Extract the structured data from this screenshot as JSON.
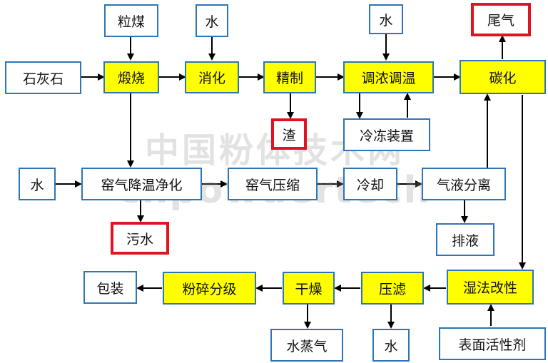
{
  "nodes": {
    "coal": "粒煤",
    "water_top1": "水",
    "water_top2": "水",
    "tail_gas": "尾气",
    "limestone": "石灰石",
    "calcine": "煅烧",
    "slake": "消化",
    "refine": "精制",
    "adjust": "调浓调温",
    "carbonize": "碳化",
    "slag": "渣",
    "freezer": "冷冻装置",
    "water_left": "水",
    "kiln_gas_clean": "窑气降温净化",
    "kiln_gas_compress": "窑气压缩",
    "cool": "冷却",
    "gas_liquid_sep": "气液分离",
    "wastewater": "污水",
    "drain": "排液",
    "package": "包装",
    "grind": "粉碎分级",
    "dry": "干燥",
    "filter": "压滤",
    "wet_modify": "湿法改性",
    "steam": "水蒸气",
    "water_bottom": "水",
    "surfactant": "表面活性剂"
  },
  "watermark": {
    "line1": "中国粉体技术网",
    "line2": "cnpowdertech"
  },
  "colors": {
    "process_fill": "#ffff00",
    "box_border": "#2e75b6",
    "waste_border": "#e0141e",
    "arrow": "#000000"
  }
}
